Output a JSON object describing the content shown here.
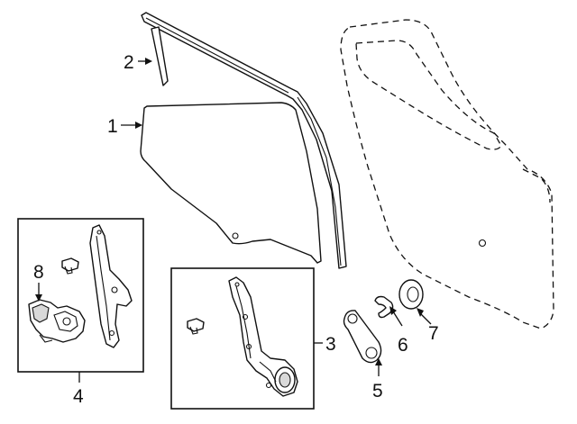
{
  "callouts": {
    "c1": "1",
    "c2": "2",
    "c3": "3",
    "c4": "4",
    "c5": "5",
    "c6": "6",
    "c7": "7",
    "c8": "8"
  },
  "parts": [
    {
      "id": "1",
      "name": "glass"
    },
    {
      "id": "2",
      "name": "glass-run-channel"
    },
    {
      "id": "3",
      "name": "window-regulator-assembly"
    },
    {
      "id": "4",
      "name": "window-regulator-with-motor"
    },
    {
      "id": "5",
      "name": "access-handle"
    },
    {
      "id": "6",
      "name": "clip"
    },
    {
      "id": "7",
      "name": "seal"
    },
    {
      "id": "8",
      "name": "motor"
    }
  ]
}
